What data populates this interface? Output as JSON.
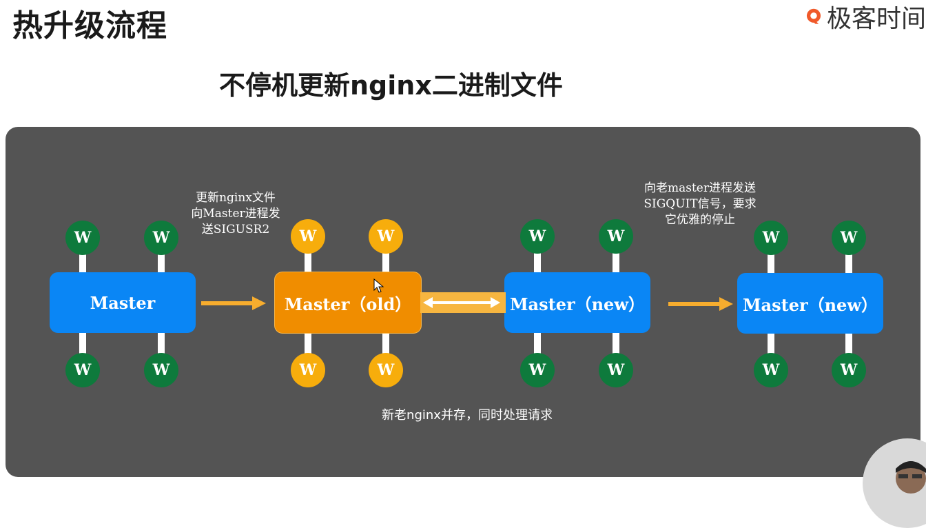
{
  "header": {
    "title": "热升级流程",
    "brand_name": "极客时间",
    "brand_color": "#f0592a"
  },
  "diagram": {
    "subtitle": "不停机更新nginx二进制文件",
    "worker_label": "W",
    "groups": [
      {
        "master_label": "Master",
        "master_color": "#0a86f5",
        "worker_color": "#0e7a3c"
      },
      {
        "master_label": "Master（old）",
        "master_color": "#f08d00",
        "worker_color": "#f7ad0c"
      },
      {
        "master_label": "Master（new）",
        "master_color": "#0a86f5",
        "worker_color": "#0e7a3c"
      },
      {
        "master_label": "Master（new）",
        "master_color": "#0a86f5",
        "worker_color": "#0e7a3c"
      }
    ],
    "notes": {
      "step1": [
        "更新nginx文件",
        "向Master进程发",
        "送SIGUSR2"
      ],
      "step3": [
        "向老master进程发送",
        "SIGQUIT信号，要求",
        "它优雅的停止"
      ],
      "coexist": "新老nginx并存，同时处理请求"
    },
    "colors": {
      "panel": "#545454",
      "arrow": "#f7ad2e"
    }
  }
}
